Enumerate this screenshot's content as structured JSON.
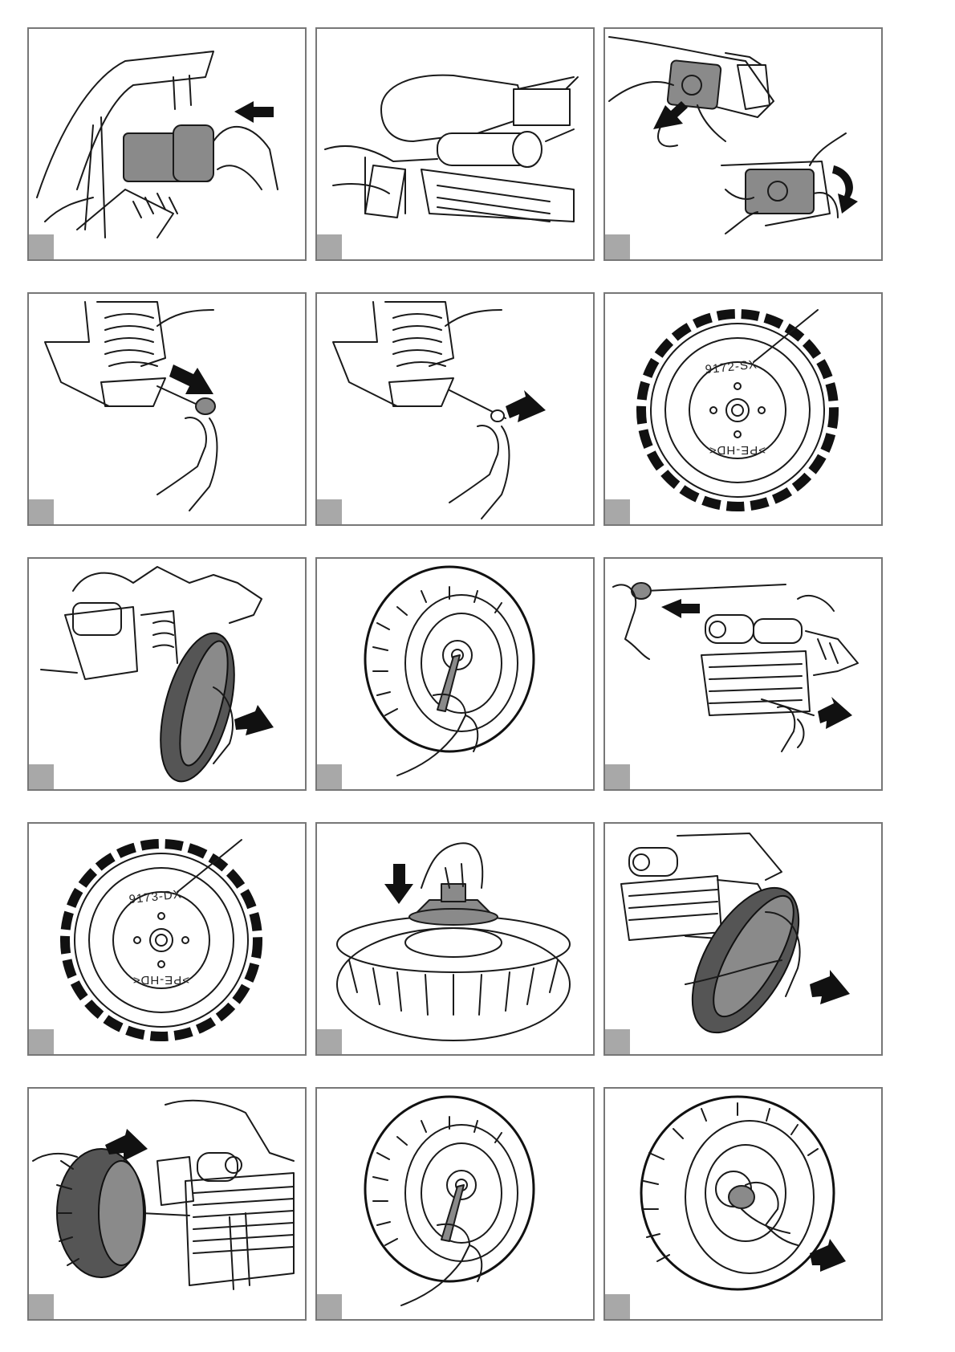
{
  "labels": {
    "wheel_left": "9172-SX",
    "wheel_right": "9173-DX",
    "hub_mark_left": ">PE-HD<",
    "hub_mark_right": ">PE-HD<"
  },
  "colors": {
    "frame": "#777777",
    "step_marker": "#a8a8a8",
    "line": "#1a1a1a",
    "part_fill": "#8a8a8a"
  }
}
